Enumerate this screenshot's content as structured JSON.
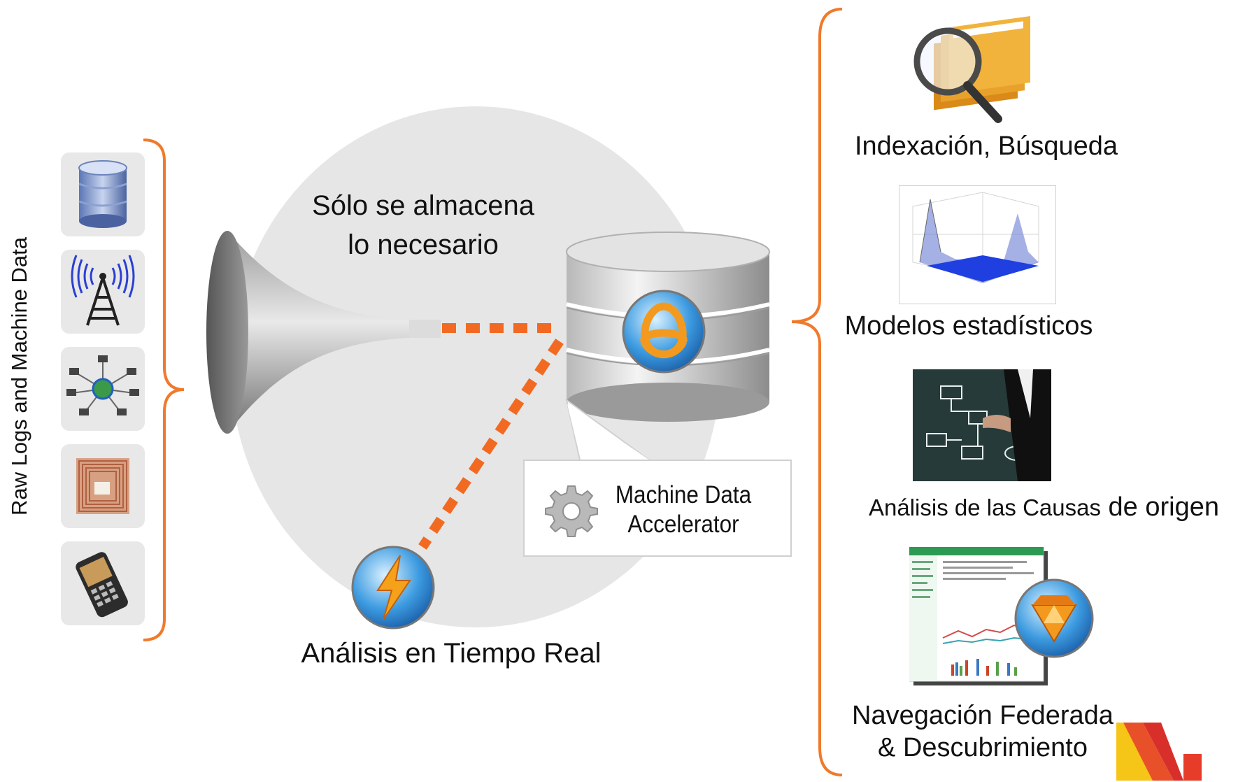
{
  "left_label": "Raw Logs and Machine Data",
  "center_caption": {
    "line1": "Sólo se almacena",
    "line2": "lo necesario"
  },
  "callout": {
    "line1": "Machine Data",
    "line2": "Accelerator"
  },
  "realtime_caption": "Análisis en Tiempo Real",
  "outputs": [
    {
      "label": "Indexación, Búsqueda"
    },
    {
      "label": "Modelos estadísticos"
    },
    {
      "label_a": "Análisis de las Causas",
      "label_b": " de origen"
    },
    {
      "line1": "Navegación Federada",
      "line2": "& Descubrimiento"
    }
  ],
  "sources": [
    {
      "icon": "database-icon"
    },
    {
      "icon": "antenna-tower-icon"
    },
    {
      "icon": "network-globe-icon"
    },
    {
      "icon": "rfid-chip-icon"
    },
    {
      "icon": "mobile-phone-icon"
    }
  ],
  "colors": {
    "accent_orange": "#f07a2c",
    "dotted_line": "#f26a22",
    "circle_bg": "#e6e6e6",
    "tile_bg": "#e8e8e8"
  }
}
